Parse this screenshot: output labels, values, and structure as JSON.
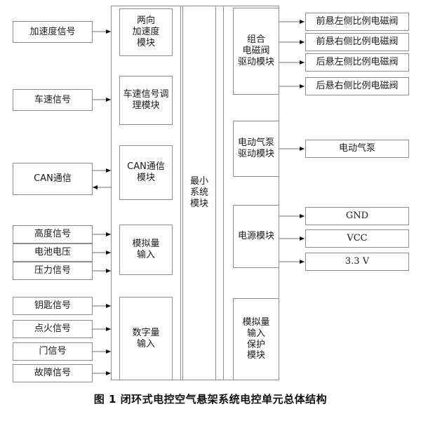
{
  "figure": {
    "caption": "图 1   闭环式电控空气悬架系统电控单元总体结构",
    "line_color": "#8c8c8c",
    "text_color": "#1a1a1a",
    "background": "#ffffff"
  },
  "inputs": {
    "acceleration_signal": "加速度信号",
    "vehicle_speed_signal": "车速信号",
    "can_communication": "CAN通信",
    "height_signal": "高度信号",
    "battery_voltage": "电池电压",
    "pressure_signal": "压力信号",
    "key_signal": "钥匙信号",
    "ignition_signal": "点火信号",
    "door_signal": "门信号",
    "fault_signal": "故障信号"
  },
  "left_column_modules": {
    "biaxial_acceleration_module": "两向\n加速度\n模块",
    "speed_signal_conditioning_module": "车速信号调\n理模块",
    "can_communication_module": "CAN通信\n模块",
    "analog_input": "模拟量\n输入",
    "digital_input": "数字量\n输入"
  },
  "center_column": {
    "minimum_system_module": "最小\n系统\n模块"
  },
  "right_column_modules": {
    "combined_solenoid_valve_drive_module": "组合\n电磁阀\n驱动模块",
    "electric_air_pump_drive_module": "电动气泵\n驱动模块",
    "power_supply_module": "电源模块",
    "analog_input_protection_module": "模拟量\n输入\n保护\n模块"
  },
  "outputs": {
    "front_left_proportional_solenoid_valve": "前悬左侧比例电磁阀",
    "front_right_proportional_solenoid_valve": "前悬右侧比例电磁阀",
    "rear_left_proportional_solenoid_valve": "后悬左侧比例电磁阀",
    "rear_right_proportional_solenoid_valve": "后悬右侧比例电磁阀",
    "electric_air_pump": "电动气泵",
    "gnd": "GND",
    "vcc": "VCC",
    "v33": "3.3 V"
  }
}
